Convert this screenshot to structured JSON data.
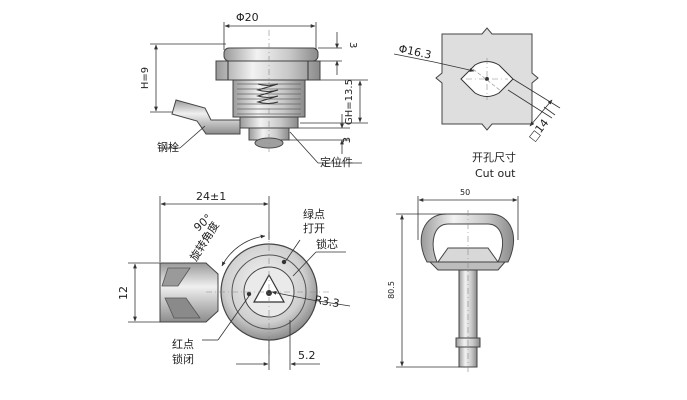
{
  "top_view": {
    "dim_diameter": "Φ20",
    "dim_flange": "3",
    "dim_h": "H=9",
    "dim_gh": "GH=13.5",
    "dim_bottom": "3",
    "label_steel_pin": "钢栓",
    "label_positioning": "定位件"
  },
  "cutout": {
    "dim_diameter": "Φ16.3",
    "dim_square": "□14",
    "title_cn": "开孔尺寸",
    "title_en": "Cut out"
  },
  "front_view": {
    "dim_width": "24±1",
    "dim_angle": "90°",
    "label_rotation": "旋转角度",
    "label_green_line1": "绿点",
    "label_green_line2": "打开",
    "label_core": "锁芯",
    "dim_radius": "R3.3",
    "dim_height": "12",
    "label_red_line1": "红点",
    "label_red_line2": "锁闭",
    "dim_offset": "5.2"
  },
  "key_view": {
    "dim_width": "50",
    "dim_length": "80.5"
  },
  "colors": {
    "metal_light": "#e6e6e6",
    "metal_mid": "#b8b8b8",
    "metal_dark": "#6f6f6f",
    "line": "#333333",
    "cutout_fill": "#dcdcdc"
  }
}
